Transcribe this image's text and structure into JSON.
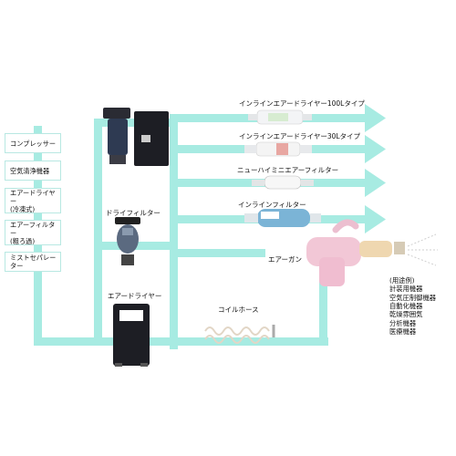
{
  "colors": {
    "pipe": "#a7ebe2",
    "box_fill": "#ffffff",
    "box_border": "#b8e8e2",
    "device_dark": "#1d1e24",
    "air_gun": "#f2c7d6"
  },
  "source_column": {
    "items": [
      {
        "line1": "コンプレッサー"
      },
      {
        "line1": "空気清浄機器"
      },
      {
        "line1": "エアードライヤー",
        "line2": "(冷凍式)"
      },
      {
        "line1": "エアーフィルター",
        "line2": "(粗ろ過)"
      },
      {
        "line1": "ミストセパレーター"
      }
    ]
  },
  "devices": {
    "dry_filter": "ドライフィルター",
    "air_dryer": "エアードライヤー",
    "coil_hose": "コイルホース",
    "air_gun": "エアーガン"
  },
  "outputs": [
    {
      "label": "インラインエアードライヤー100Lタイプ"
    },
    {
      "label": "インラインエアードライヤー30Lタイプ"
    },
    {
      "label": "ニューハイミニエアーフィルター"
    },
    {
      "label": "インラインフィルター"
    }
  ],
  "uses": {
    "heading": "(用途例)",
    "items": [
      "計装用機器",
      "空気圧制御機器",
      "自動化機器",
      "乾燥雰囲気",
      "分析機器",
      "医療機器"
    ]
  },
  "icons": {
    "main_unit": "air-dryer-unit-icon",
    "dry_filter": "dry-filter-icon",
    "air_dryer": "desiccant-dryer-icon",
    "coil_hose": "coil-hose-icon",
    "air_gun": "air-gun-icon",
    "inline": "inline-dryer-icon"
  }
}
